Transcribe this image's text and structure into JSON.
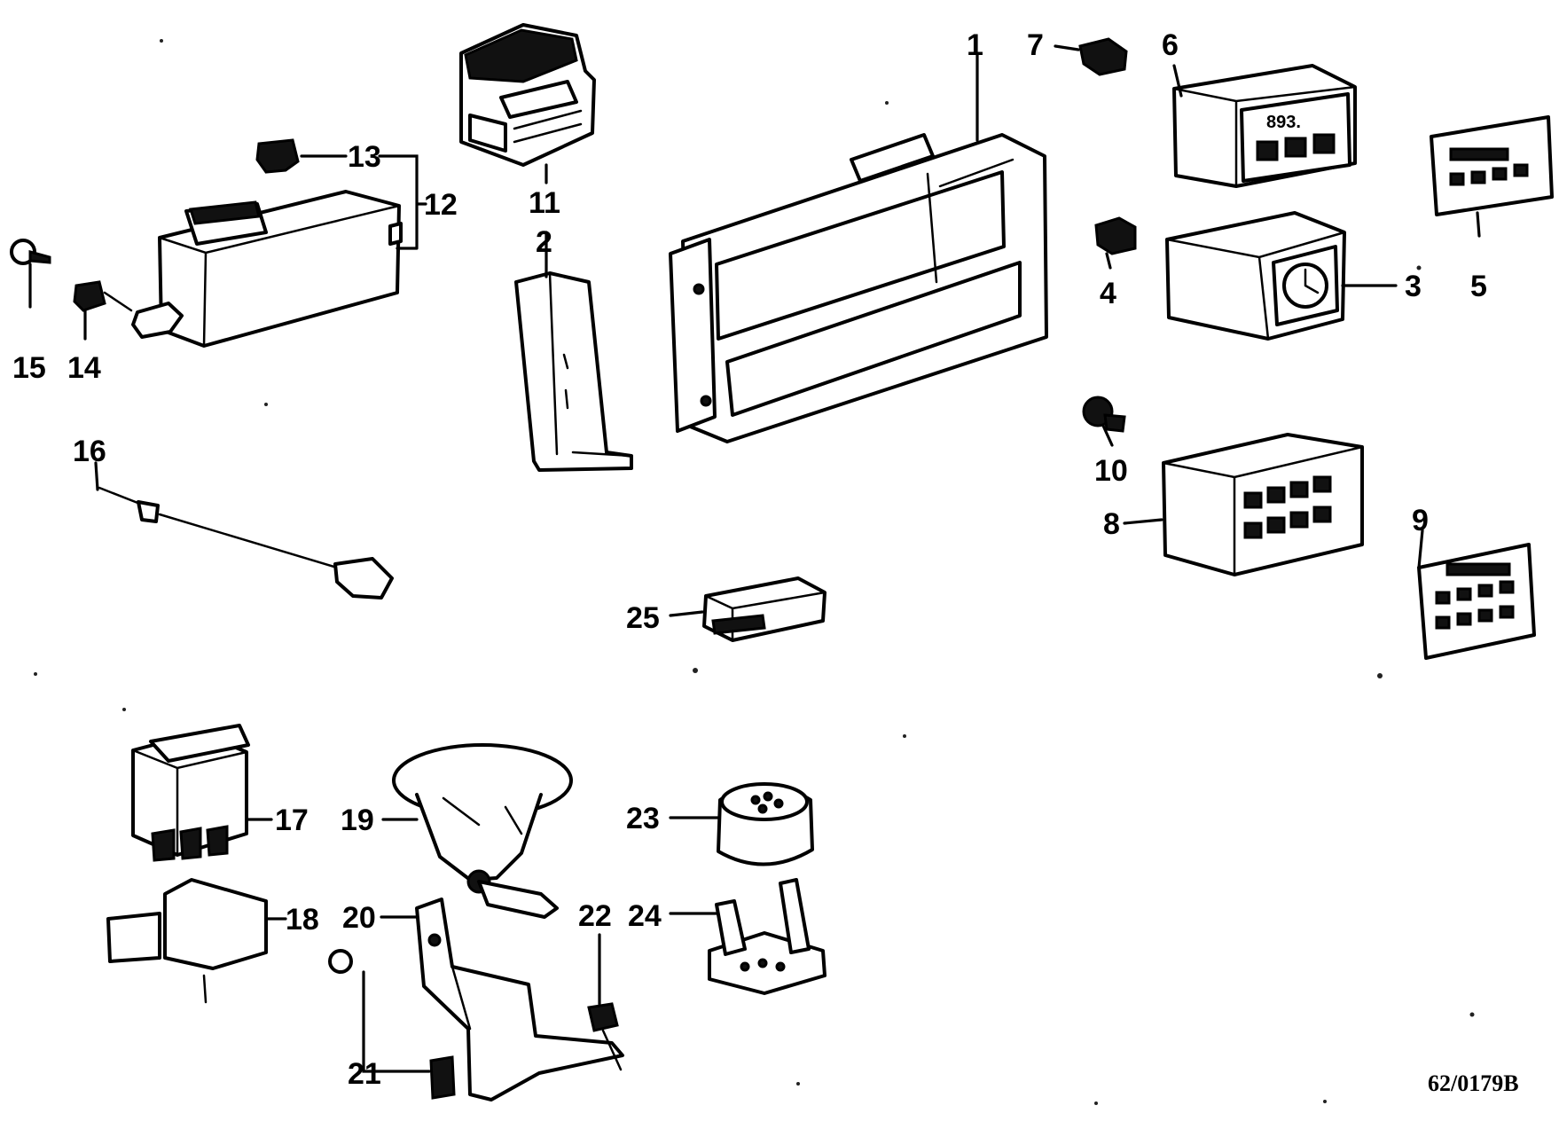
{
  "figure_reference": "62/0179B",
  "callouts": {
    "c1": "1",
    "c2": "2",
    "c3": "3",
    "c4": "4",
    "c5": "5",
    "c6": "6",
    "c7": "7",
    "c8": "8",
    "c9": "9",
    "c10": "10",
    "c11": "11",
    "c12": "12",
    "c13": "13",
    "c14": "14",
    "c15": "15",
    "c16": "16",
    "c17": "17",
    "c18": "18",
    "c19": "19",
    "c20": "20",
    "c21": "21",
    "c22": "22",
    "c23": "23",
    "c24": "24",
    "c25": "25"
  },
  "display_text": "893."
}
